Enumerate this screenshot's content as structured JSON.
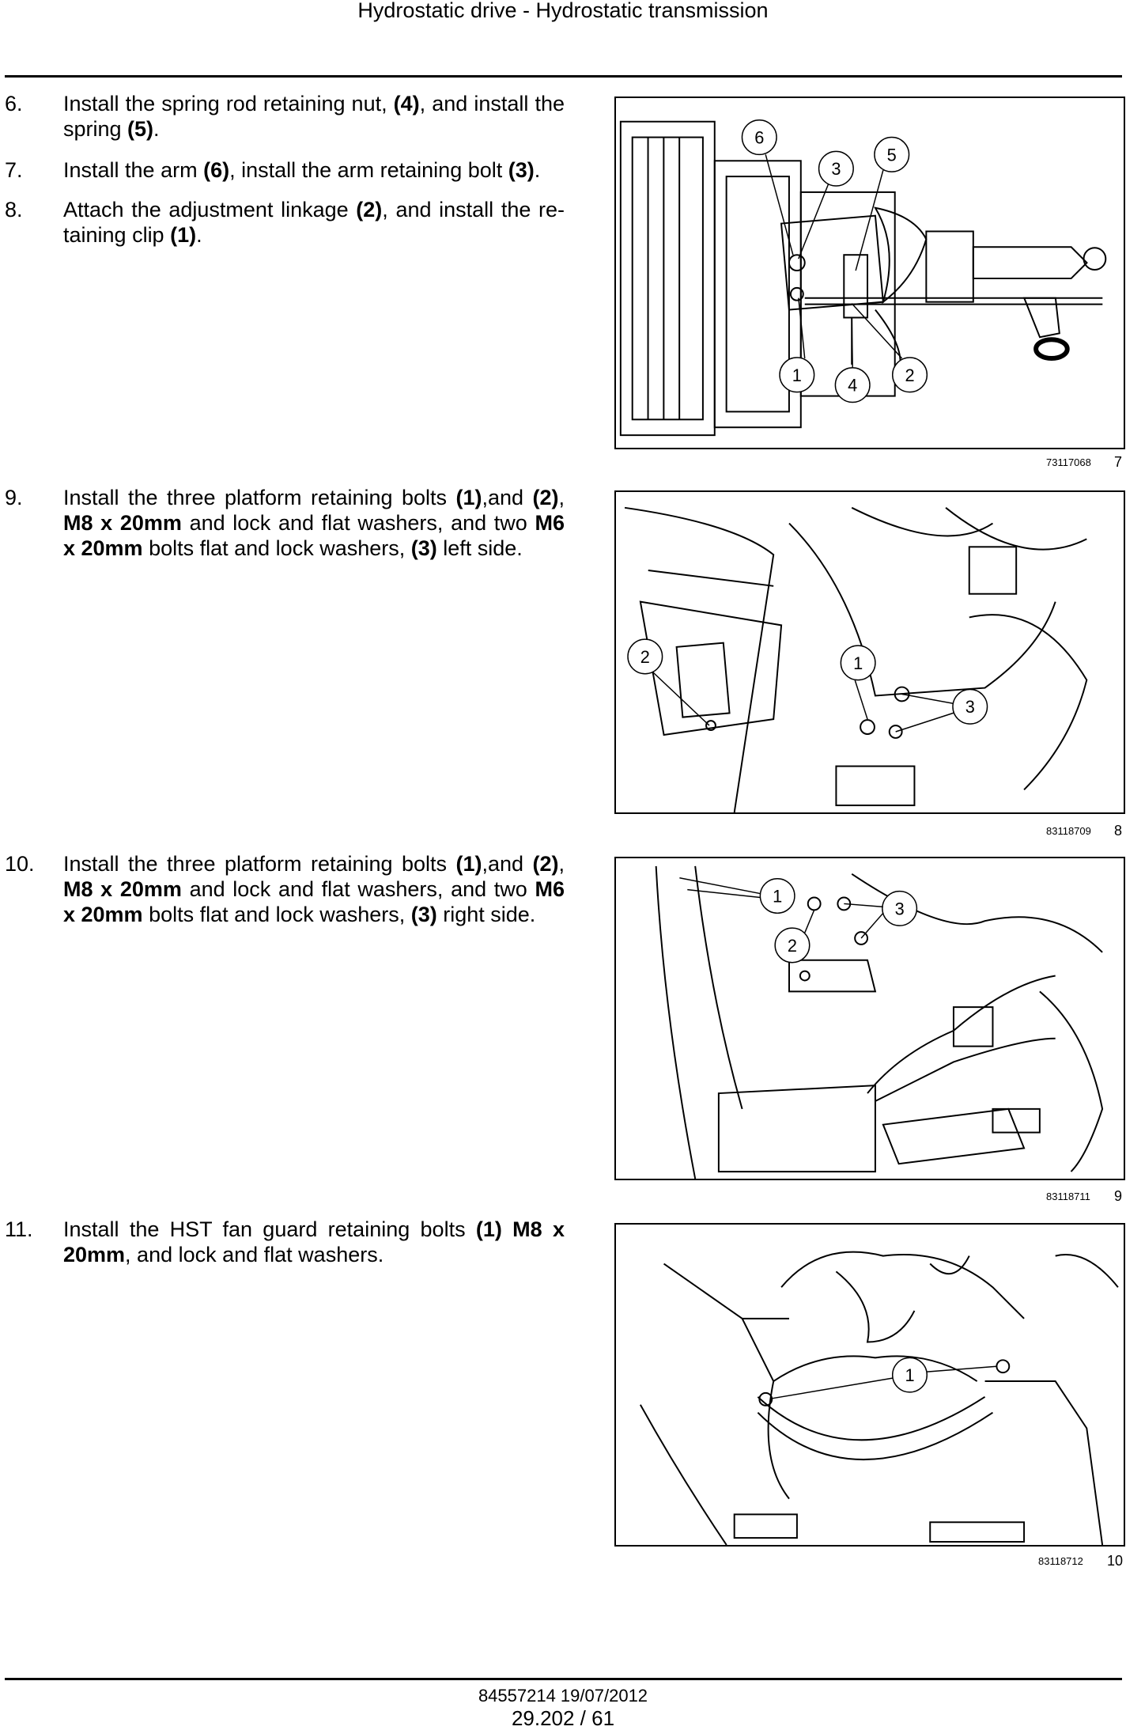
{
  "header": {
    "title": "Hydrostatic drive - Hydrostatic transmission"
  },
  "steps": [
    {
      "num": "6.",
      "segments": [
        "Install the spring rod retaining nut, ",
        "(4)",
        ", and install the spring ",
        "(5)",
        "."
      ]
    },
    {
      "num": "7.",
      "segments": [
        "Install the arm ",
        "(6)",
        ", install the arm retaining bolt ",
        "(3)",
        "."
      ]
    },
    {
      "num": "8.",
      "segments": [
        "Attach the adjustment linkage ",
        "(2)",
        ", and install the re-taining clip ",
        "(1)",
        "."
      ]
    },
    {
      "num": "9.",
      "segments": [
        "Install the three platform retaining bolts ",
        "(1)",
        ",and ",
        "(2)",
        ", ",
        "M8 x 20mm",
        " and lock and flat washers, and two ",
        "M6 x 20mm",
        " bolts flat and lock washers, ",
        "(3)",
        " left side."
      ]
    },
    {
      "num": "10.",
      "segments": [
        "Install the three platform retaining bolts ",
        "(1)",
        ",and ",
        "(2)",
        ", ",
        "M8 x 20mm",
        " and lock and flat washers, and two ",
        "M6 x 20mm",
        " bolts flat and lock washers, ",
        "(3)",
        " right side."
      ]
    },
    {
      "num": "11.",
      "segments": [
        "Install the HST fan guard retaining bolts ",
        "(1) M8 x 20mm",
        ", and lock and flat washers."
      ]
    }
  ],
  "figures": [
    {
      "code": "73117068",
      "number": "7",
      "callouts": [
        "6",
        "3",
        "5",
        "1",
        "4",
        "2"
      ]
    },
    {
      "code": "83118709",
      "number": "8",
      "callouts": [
        "2",
        "1",
        "3"
      ]
    },
    {
      "code": "83118711",
      "number": "9",
      "callouts": [
        "1",
        "3",
        "2"
      ]
    },
    {
      "code": "83118712",
      "number": "10",
      "callouts": [
        "1"
      ]
    }
  ],
  "footer": {
    "doc": "84557214 19/07/2012",
    "page": "29.202 / 61"
  }
}
